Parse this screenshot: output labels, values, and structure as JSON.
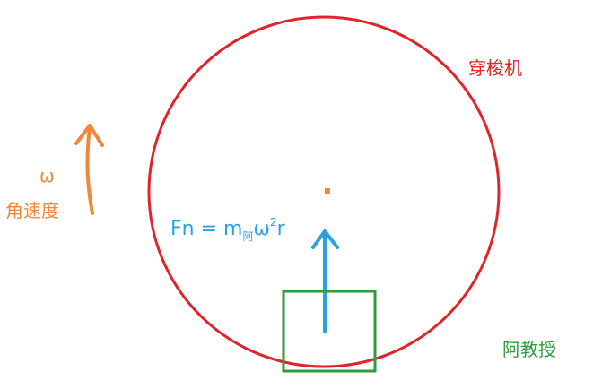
{
  "colors": {
    "circle": "#e0242b",
    "angular": "#f0883a",
    "force": "#2aa2df",
    "box": "#2b9e3a"
  },
  "labels": {
    "shuttle": "穿梭机",
    "omega": "ω",
    "angular_velocity": "角速度",
    "professor": "阿教授",
    "formula": {
      "lhs": "Fn",
      "eq": " = ",
      "m": "m",
      "m_sub": "阿",
      "omega": "ω",
      "omega_sup": "2",
      "r": "r"
    }
  },
  "icons": {
    "rotation_arrow": "curved-arrow-up",
    "center_point": "square-dot",
    "force_arrow": "arrow-up"
  }
}
